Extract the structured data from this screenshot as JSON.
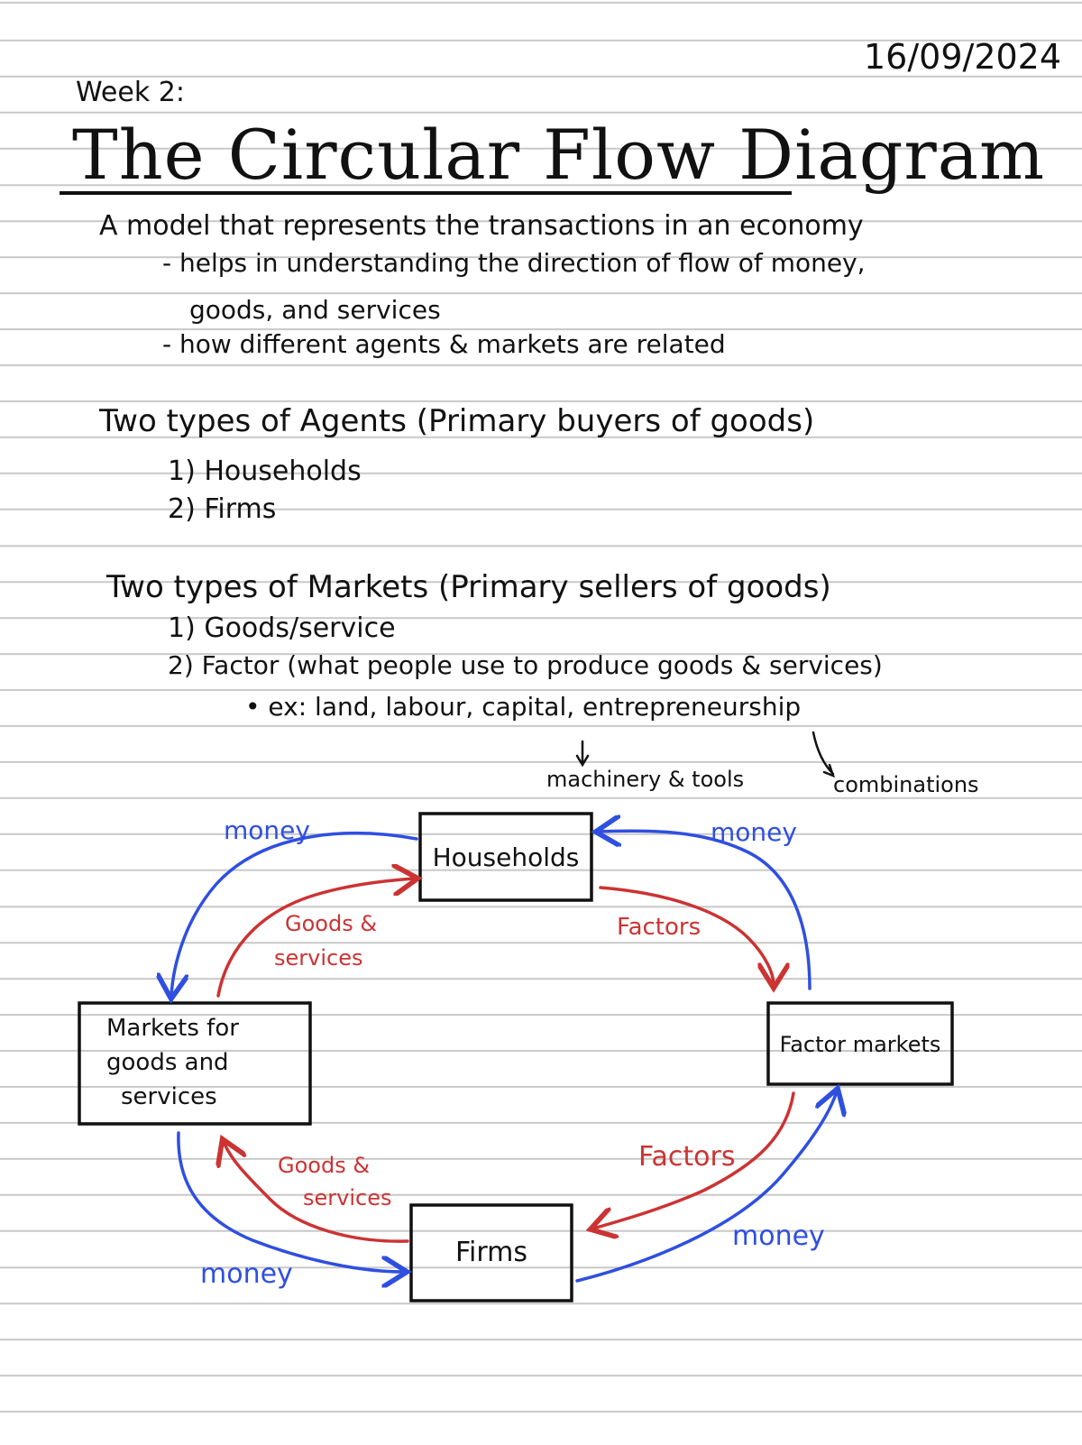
{
  "header": {
    "date": "16/09/2024",
    "week_label": "Week 2:",
    "title": "The Circular Flow Diagram"
  },
  "intro": {
    "definition": "A model that represents the transactions in an economy",
    "bullet_1_line_1": "- helps in understanding the direction of flow of money,",
    "bullet_1_line_2": "goods, and services",
    "bullet_2": "- how different agents & markets are related"
  },
  "agents": {
    "heading": "Two types of Agents (Primary buyers of goods)",
    "items": [
      "1) Households",
      "2) Firms"
    ]
  },
  "markets": {
    "heading": "Two types of Markets (Primary sellers of goods)",
    "items": [
      "1) Goods/service",
      "2) Factor (what people use to produce goods & services)"
    ],
    "example": "• ex: land, labour, capital, entrepreneurship",
    "capital_note": "machinery & tools",
    "entrepreneurship_note": "combinations"
  },
  "diagram": {
    "nodes": {
      "households": "Households",
      "goods_market_line_1": "Markets for",
      "goods_market_line_2": "goods and",
      "goods_market_line_3": "services",
      "factor_market": "Factor markets",
      "firms": "Firms"
    },
    "flows": {
      "money_top_left": "money",
      "money_top_right": "money",
      "money_bottom_left": "money",
      "money_bottom_right": "money",
      "goods_top_line_1": "Goods &",
      "goods_top_line_2": "services",
      "goods_bottom_line_1": "Goods &",
      "goods_bottom_line_2": "services",
      "factors_top": "Factors",
      "factors_bottom": "Factors"
    },
    "colors": {
      "money": "#2f4fe0",
      "goods_and_factors": "#cc3333",
      "ink": "#111111"
    }
  }
}
